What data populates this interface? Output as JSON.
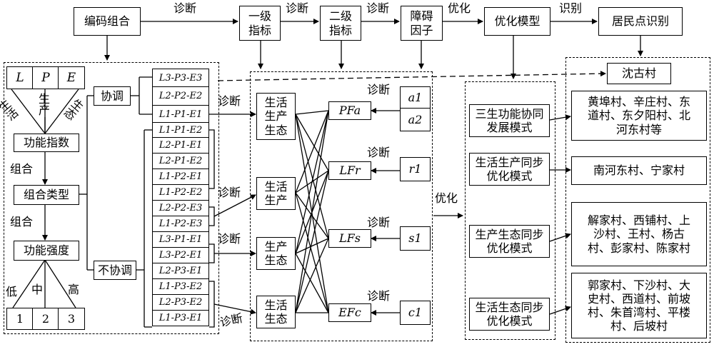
{
  "top_flow": {
    "combo": "编码组合",
    "diag1": "诊断",
    "level1": "一级\n指标",
    "diag2": "诊断",
    "level2": "二级\n指标",
    "diag3": "诊断",
    "barrier": "障碍\n因子",
    "optimize": "优化",
    "model": "优化模型",
    "identify": "识别",
    "settlement": "居民点识别"
  },
  "left": {
    "lpe_header": [
      "L",
      "P",
      "E"
    ],
    "tri_labels": [
      "生活",
      "生产",
      "生态"
    ],
    "func_index": "功能指数",
    "combine1": "组合",
    "combo_type": "组合类型",
    "combine2": "组合",
    "func_strength": "功能强度",
    "levels": [
      "低",
      "中",
      "高"
    ],
    "level_values": [
      "1",
      "2",
      "3"
    ],
    "coordinate": "协调",
    "uncoordinate": "不协调"
  },
  "coordinated_combos": [
    "L3-P3-E3",
    "L2-P2-E2",
    "L1-P1-E1"
  ],
  "uncoordinated_combos": [
    "L1-P1-E2",
    "L2-P1-E1",
    "L2-P1-E2",
    "L1-P2-E1",
    "L1-P2-E2",
    "L2-P2-E3",
    "L1-P2-E3",
    "L3-P1-E1",
    "L3-P2-E1",
    "L2-P3-E1",
    "L1-P3-E2",
    "L2-P3-E2",
    "L1-P3-E1"
  ],
  "middle": {
    "diag_labels": [
      "诊断",
      "诊断",
      "诊断",
      "诊断"
    ],
    "functions": [
      "生活\n生产\n生态",
      "生活\n生产",
      "生产\n生态",
      "生活\n生态"
    ],
    "indicators": [
      "PFa",
      "LFr",
      "LFs",
      "EFc"
    ],
    "barrier_diag": [
      "诊断",
      "诊断",
      "诊断",
      "诊断"
    ],
    "factors": [
      "a1",
      "a2",
      "r1",
      "s1",
      "c1"
    ],
    "optimize_label": "优化"
  },
  "models": [
    "三生功能协同发展模式",
    "生活生产同步优化模式",
    "生产生态同步优化模式",
    "生活生态同步优化模式"
  ],
  "villages": {
    "shengu": "沈古村",
    "group1": "黄埠村、辛庄村、东道村、东夕阳村、北河东村等",
    "group2": "南河东村、宁家村",
    "group3": "解家村、西铺村、上沙村、王村、杨古村、彭家村、陈家村",
    "group4": "郭家村、下沙村、大史村、西道村、前坡村、朱首湾村、平楼村、后坡村"
  }
}
